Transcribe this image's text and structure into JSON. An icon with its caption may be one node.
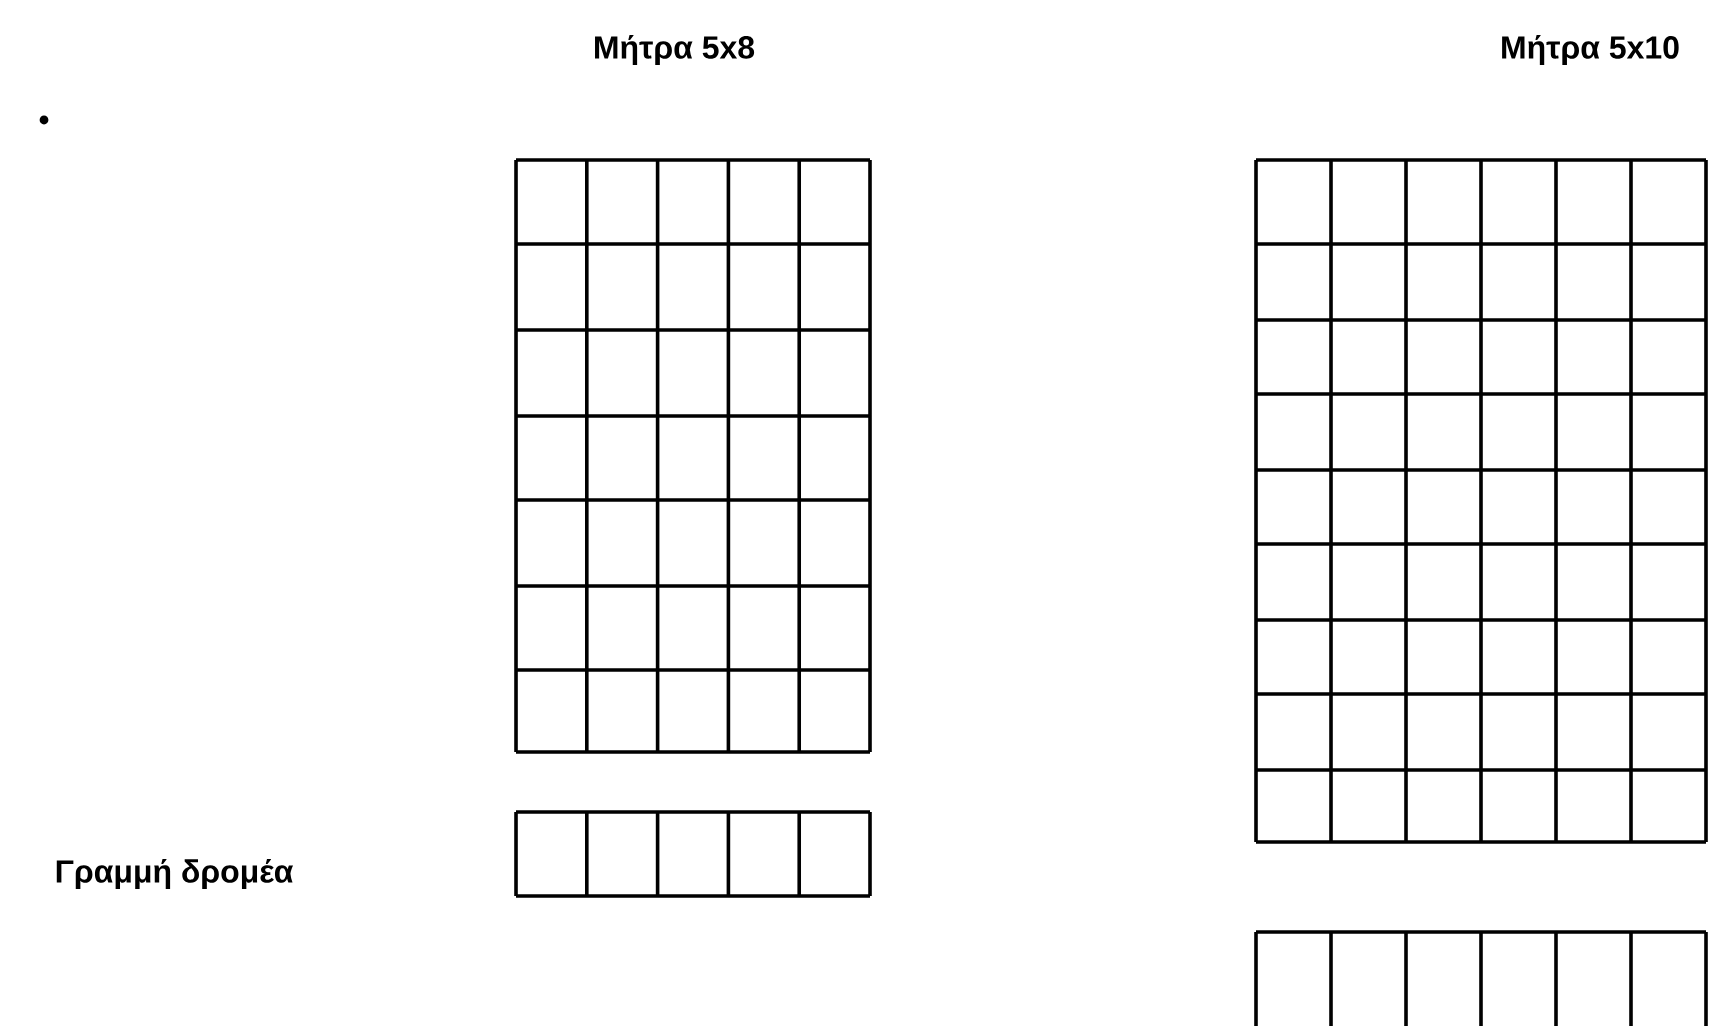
{
  "diagram": {
    "labels": [
      "Μήτρα 5x8",
      "Μήτρα 5x10",
      "Γραμμή δρομέα"
    ]
  }
}
